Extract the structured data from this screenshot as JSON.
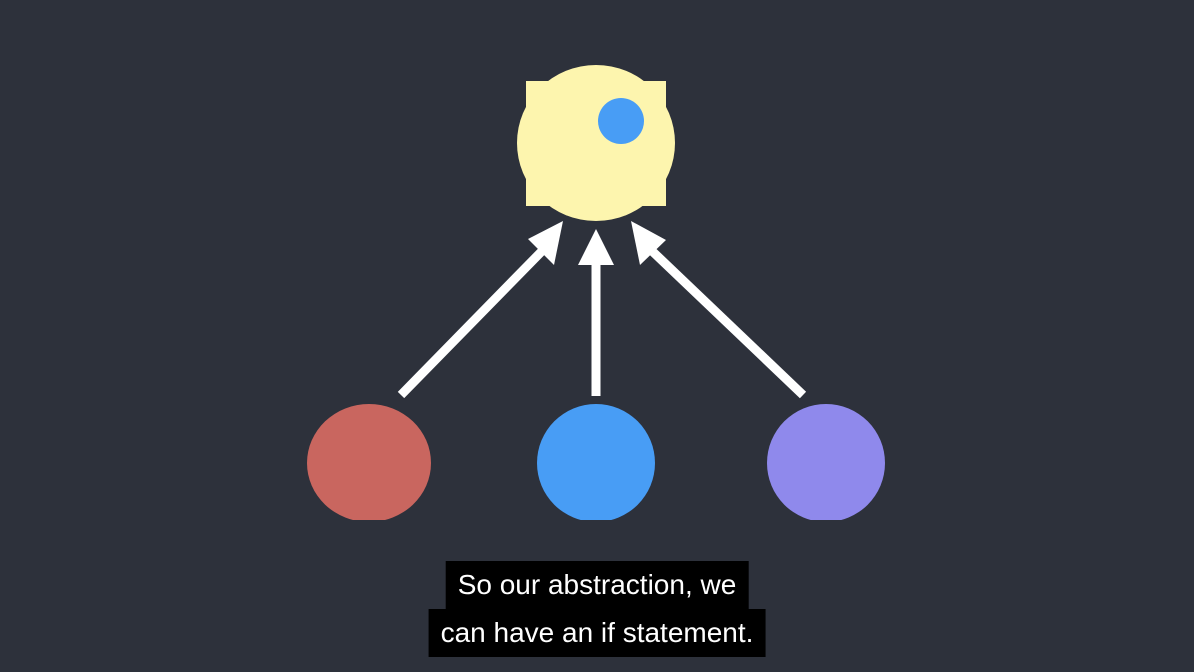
{
  "colors": {
    "background": "#2d313b",
    "abstraction_node": "#fdf5ae",
    "abstraction_dot": "#489df5",
    "arrow": "#ffffff",
    "red_node": "#c9665f",
    "blue_node": "#489df5",
    "purple_node": "#8f89ec",
    "caption_background": "#000000",
    "caption_text": "#ffffff"
  },
  "nodes": [
    {
      "id": "abstraction",
      "shape": "circle-with-square-corners",
      "color_key": "abstraction_node"
    },
    {
      "id": "red",
      "shape": "circle",
      "color_key": "red_node"
    },
    {
      "id": "blue",
      "shape": "circle",
      "color_key": "blue_node"
    },
    {
      "id": "purple",
      "shape": "circle",
      "color_key": "purple_node"
    }
  ],
  "edges": [
    {
      "from": "red",
      "to": "abstraction"
    },
    {
      "from": "blue",
      "to": "abstraction"
    },
    {
      "from": "purple",
      "to": "abstraction"
    }
  ],
  "caption": {
    "line1": "So our abstraction, we",
    "line2": "can have an if statement."
  }
}
